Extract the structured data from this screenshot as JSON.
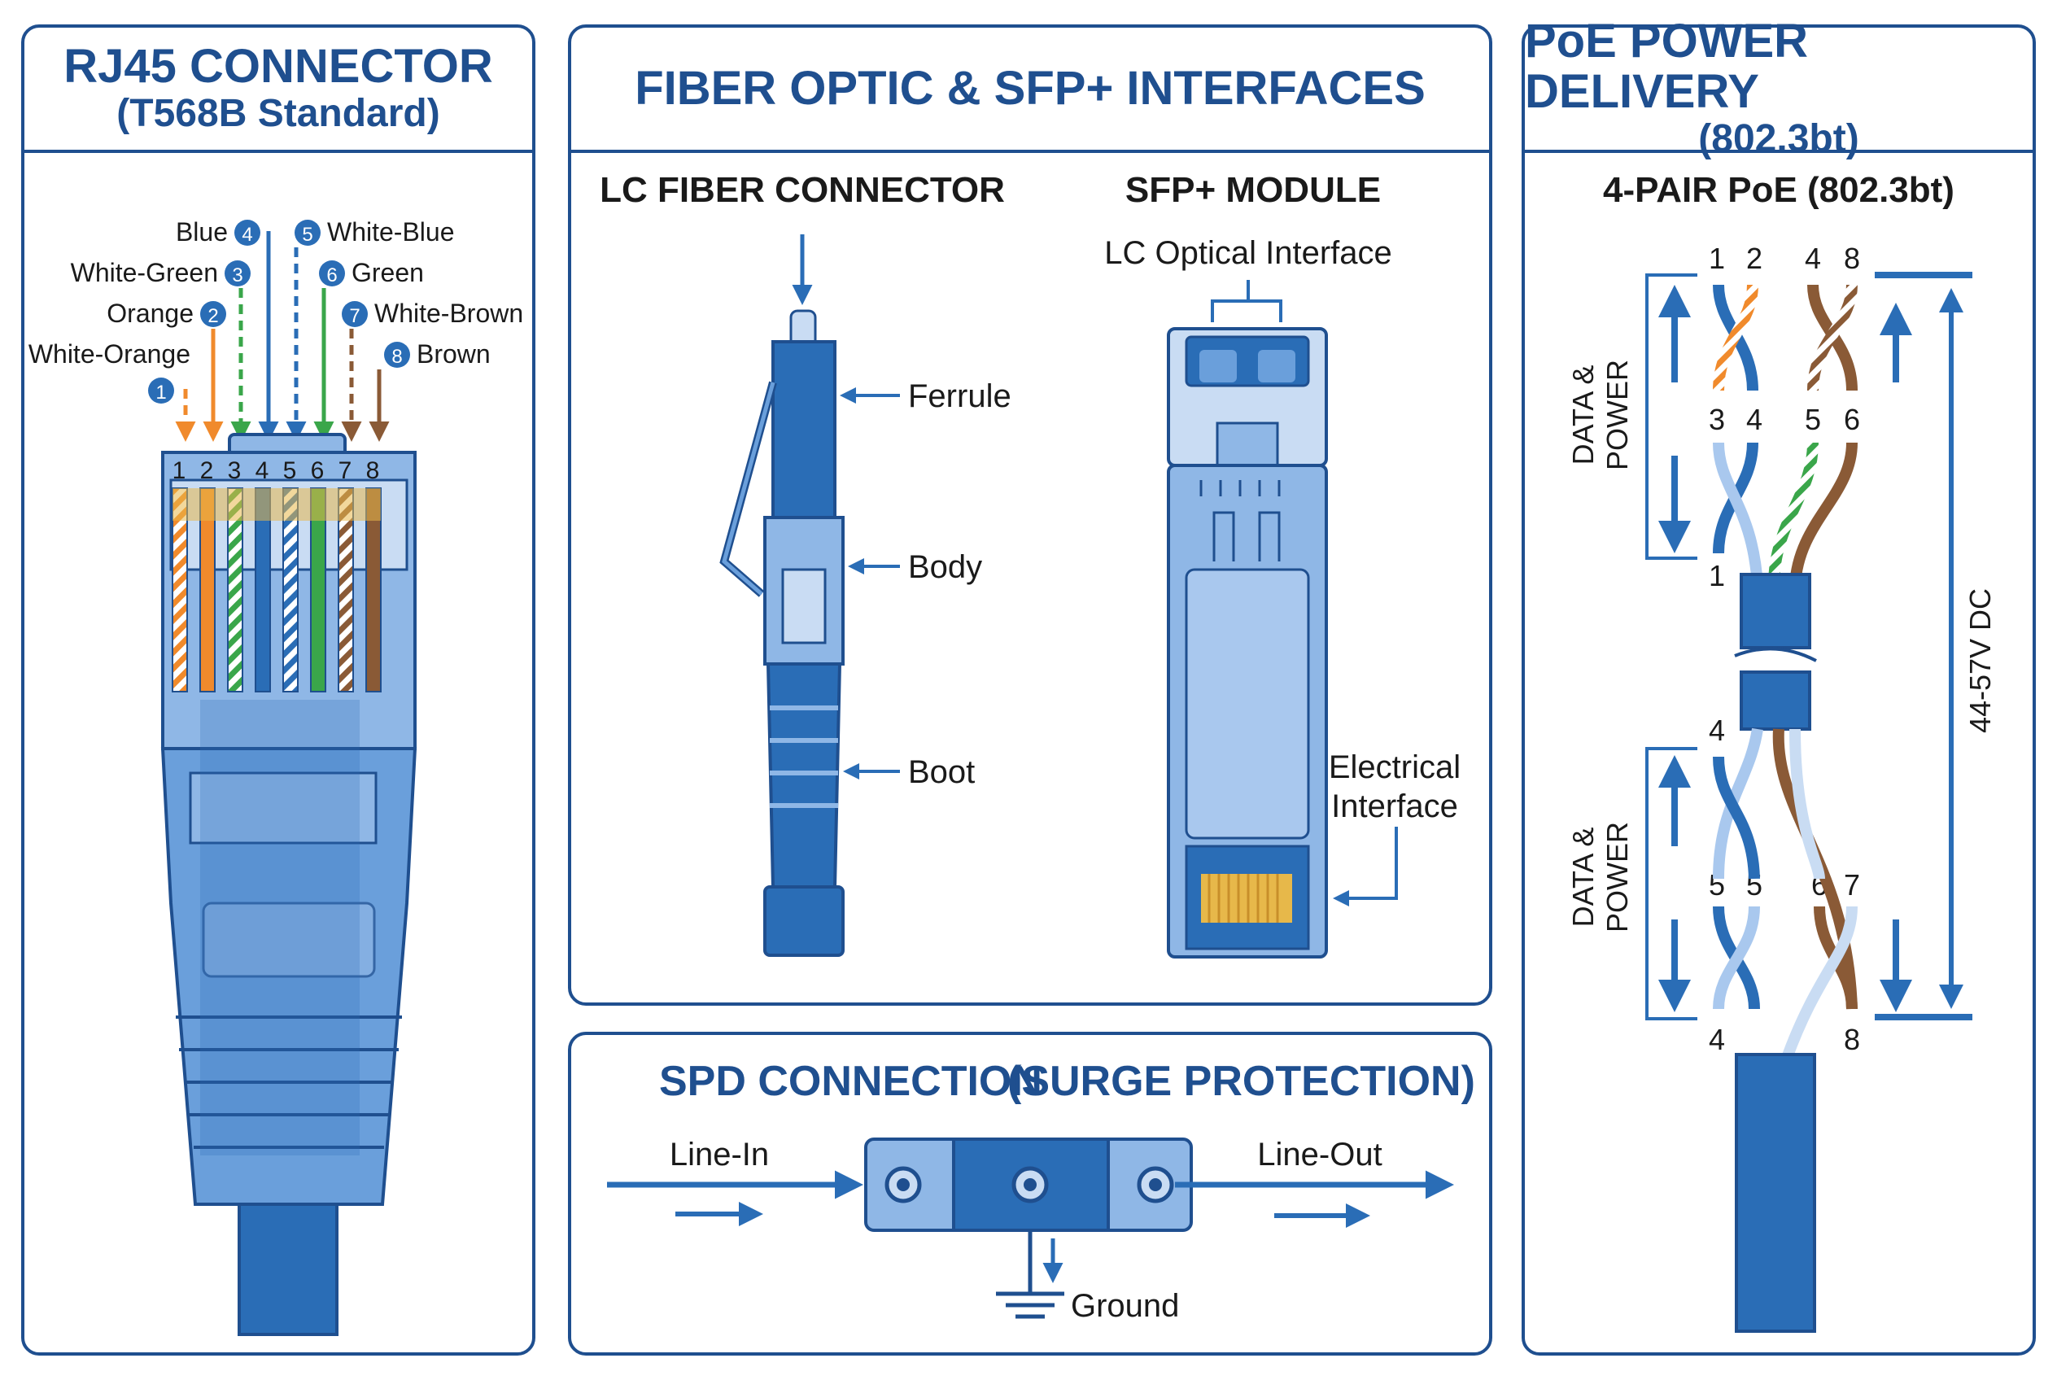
{
  "colors": {
    "frame": "#1f4f8f",
    "blue": "#2a6db6",
    "light_blue": "#8fb7e6",
    "pale_blue": "#c9dcf3",
    "orange": "#f08a2c",
    "green": "#3aa64a",
    "brown": "#8a5a36",
    "gold": "#e7b84a"
  },
  "rj45": {
    "title": "RJ45 CONNECTOR",
    "subtitle": "(T568B Standard)",
    "pin_numbers": [
      "1",
      "2",
      "3",
      "4",
      "5",
      "6",
      "7",
      "8"
    ],
    "wires": [
      {
        "num": "1",
        "label": "White-Orange"
      },
      {
        "num": "2",
        "label": "Orange"
      },
      {
        "num": "3",
        "label": "White-Green"
      },
      {
        "num": "4",
        "label": "Blue"
      },
      {
        "num": "5",
        "label": "White-Blue"
      },
      {
        "num": "6",
        "label": "Green"
      },
      {
        "num": "7",
        "label": "White-Brown"
      },
      {
        "num": "8",
        "label": "Brown"
      }
    ]
  },
  "fiber": {
    "title": "FIBER OPTIC & SFP+ INTERFACES",
    "lc": {
      "heading": "LC FIBER CONNECTOR",
      "ferrule": "Ferrule",
      "body": "Body",
      "boot": "Boot"
    },
    "sfp": {
      "heading": "SFP+ MODULE",
      "optical": "LC Optical Interface",
      "electrical_1": "Electrical",
      "electrical_2": "Interface"
    }
  },
  "spd": {
    "title_main": "SPD CONNECTION",
    "title_paren": "(SURGE PROTECTION)",
    "line_in": "Line-In",
    "line_out": "Line-Out",
    "ground": "Ground"
  },
  "poe": {
    "title": "PoE POWER DELIVERY",
    "subtitle": "(802.3bt)",
    "heading": "4-PAIR PoE (802.3bt)",
    "data_power_1": "DATA &",
    "data_power_2": "POWER",
    "voltage": "44-57V DC",
    "top_nums": [
      "1",
      "2",
      "4",
      "8"
    ],
    "mid_nums": [
      "3",
      "4",
      "5",
      "6"
    ],
    "num_1": "1",
    "num_4a": "4",
    "lower_nums": [
      "5",
      "5",
      "6",
      "7"
    ],
    "bottom_nums": [
      "4",
      "8"
    ]
  }
}
